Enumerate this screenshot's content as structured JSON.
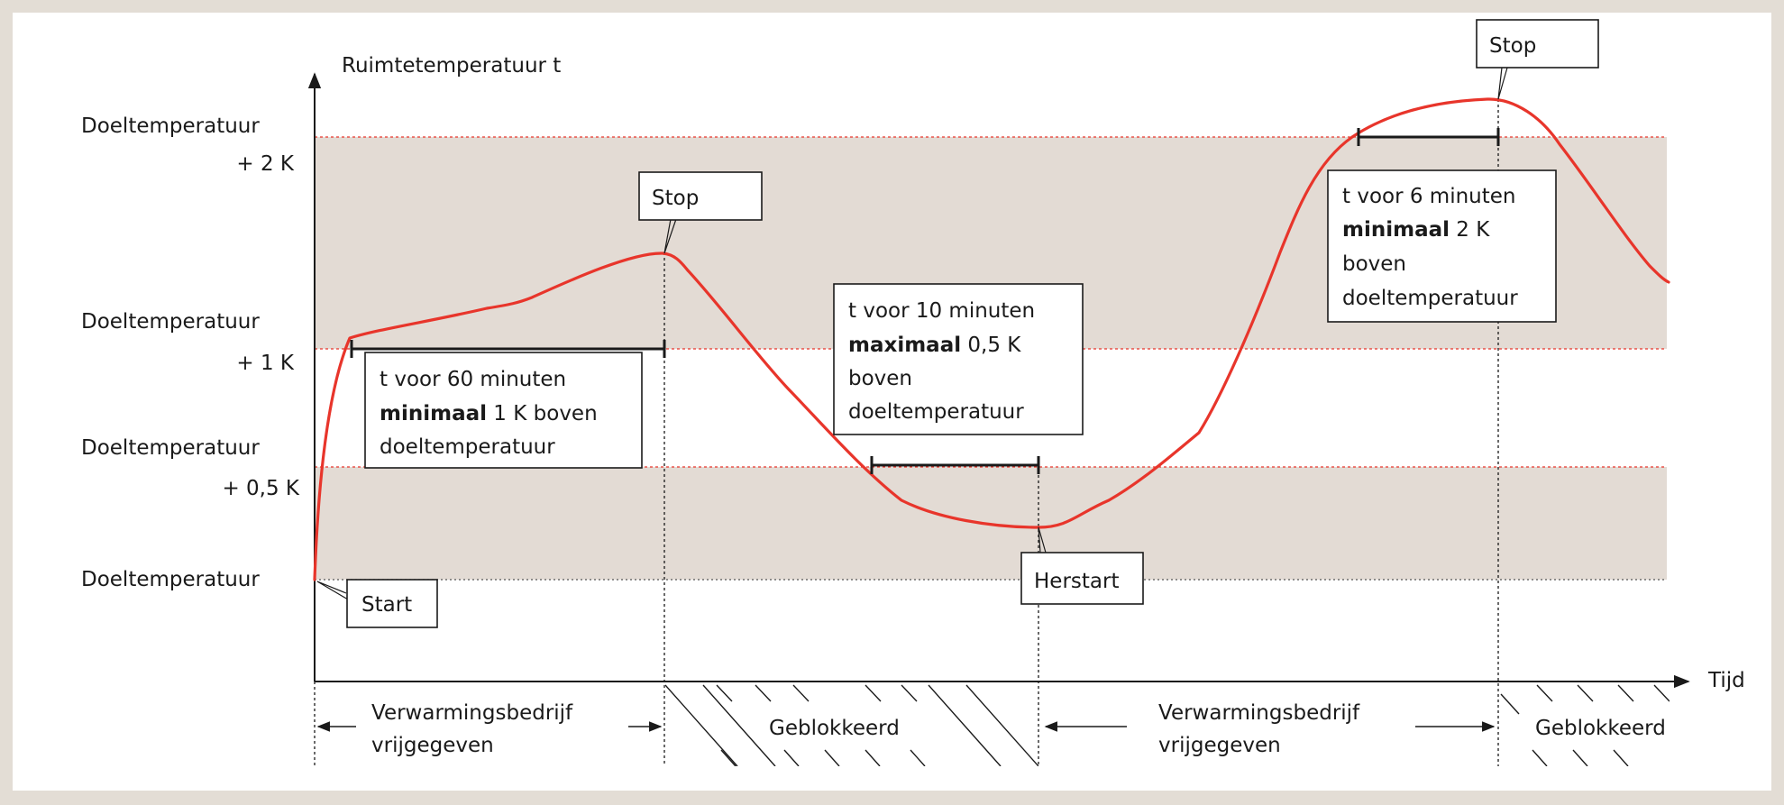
{
  "axes": {
    "y_label": "Ruimtetemperatuur t",
    "x_label": "Tijd"
  },
  "levels": {
    "l2_line1": "Doeltemperatuur",
    "l2_line2": "+ 2 K",
    "l1_line1": "Doeltemperatuur",
    "l1_line2": "+ 1 K",
    "l05_line1": "Doeltemperatuur",
    "l05_line2": "+ 0,5 K",
    "l0": "Doeltemperatuur"
  },
  "events": {
    "start": "Start",
    "stop1": "Stop",
    "restart": "Herstart",
    "stop2": "Stop"
  },
  "conditions": {
    "c1_line1": "t voor 60 minuten",
    "c1_bold": "minimaal",
    "c1_line2_rest": " 1 K boven",
    "c1_line3": "doeltemperatuur",
    "c2_line1": "t voor 10 minuten",
    "c2_bold": "maximaal",
    "c2_line2_rest": " 0,5 K",
    "c2_line3": "boven",
    "c2_line4": "doeltemperatuur",
    "c3_line1": "t voor 6 minuten",
    "c3_bold": "minimaal",
    "c3_line2_rest": " 2 K",
    "c3_line3": "boven",
    "c3_line4": "doeltemperatuur"
  },
  "phases": {
    "p1_line1": "Verwarmingsbedrijf",
    "p1_line2": "vrijgegeven",
    "p2": "Geblokkeerd",
    "p3_line1": "Verwarmingsbedrijf",
    "p3_line2": "vrijgegeven",
    "p4": "Geblokkeerd"
  },
  "colors": {
    "curve": "#e8352b",
    "band": "#e3dbd4",
    "frame": "#e3ddd5"
  }
}
